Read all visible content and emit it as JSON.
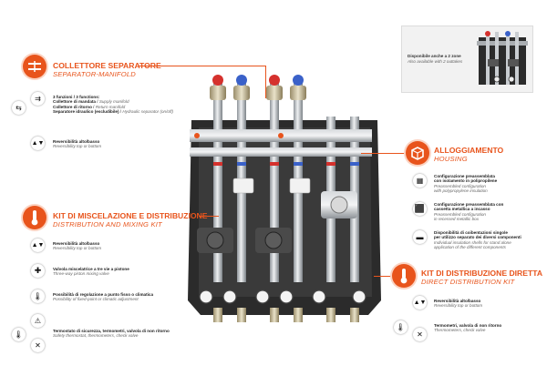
{
  "inset": {
    "line1": "Disponibile anche a 2 zone",
    "line2": "Also available with 2 outtakes"
  },
  "separator": {
    "title": "COLLETTORE SEPARATORE",
    "subtitle": "SEPARATOR-MANIFOLD",
    "functions_title": "3 funzioni / 3 functions:",
    "f1_it": "Collettore di mandata",
    "f1_en": "Supply manifold",
    "f2_it": "Collettore di ritorno",
    "f2_en": "Return manifold",
    "f3_it": "Separatore idraulico (escludibile)",
    "f3_en": "Hydraulic separator (on/off)",
    "rev_it": "Reversibilità alto/basso",
    "rev_en": "Reversibility top or bottom"
  },
  "mixing": {
    "title": "KIT DI MISCELAZIONE E DISTRIBUZIONE",
    "subtitle": "DISTRIBUTION AND MIXING KIT",
    "rev_it": "Reversibilità alto/basso",
    "rev_en": "Reversibility top or bottom",
    "valve_it": "Valvola miscelatrice a tre vie a pistone",
    "valve_en": "Three-way piston mixing valve",
    "adj_it": "Possibilità di regolazione a punto fisso o climatica",
    "adj_en": "Possibility of fixed-point or climatic adjustment",
    "thermo_it": "Termostato di sicurezza, termometri, valvola di non ritorno",
    "thermo_en": "Safety thermostat, thermometers, check valve"
  },
  "housing": {
    "title": "ALLOGGIAMENTO",
    "subtitle": "HOUSING",
    "c1_it1": "Configurazione preassemblata",
    "c1_it2": "con isolamento in polipropilene",
    "c1_en1": "Preassembled configuration",
    "c1_en2": "with polypropylene insulation",
    "c2_it1": "Configurazione preassemblata con",
    "c2_it2": "cassetta metallica a incasso",
    "c2_en1": "Preassembled configuration",
    "c2_en2": "in recessed metallic box",
    "c3_it1": "Disponibilità di coibentazioni singole",
    "c3_it2": "per utilizzo separato dei diversi componenti",
    "c3_en1": "Individual insulation shells for stand alone",
    "c3_en2": "application of the different components"
  },
  "direct": {
    "title": "KIT DI DISTRIBUZIONE DIRETTA",
    "subtitle": "DIRECT DISTRIBUTION KIT",
    "rev_it": "Reversibilità alto/basso",
    "rev_en": "Reversibility top or bottom",
    "thermo_it": "Termometri, valvola di non ritorno",
    "thermo_en": "Thermometers, check valve"
  },
  "colors": {
    "accent": "#e8541c",
    "insulation": "#2b2b2b",
    "manifold": "#a9adb1",
    "pipe": "#c9cdd1"
  }
}
